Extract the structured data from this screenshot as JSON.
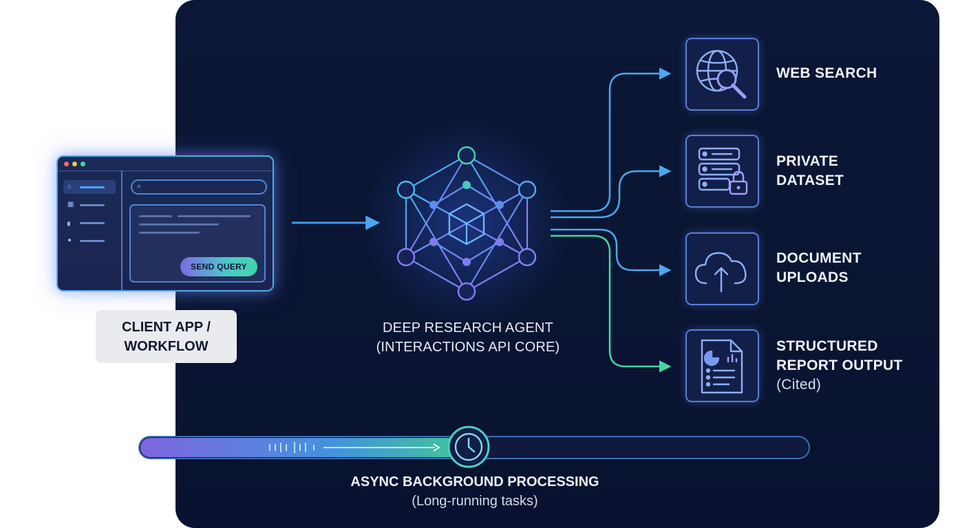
{
  "client": {
    "button_label": "SEND QUERY",
    "label_line1": "CLIENT APP /",
    "label_line2": "WORKFLOW"
  },
  "agent": {
    "label_line1": "DEEP RESEARCH AGENT",
    "label_line2": "(INTERACTIONS API CORE)"
  },
  "outputs": [
    {
      "lines": [
        "WEB SEARCH"
      ],
      "icon": "globe-search-icon"
    },
    {
      "lines": [
        "PRIVATE",
        "DATASET"
      ],
      "icon": "database-lock-icon"
    },
    {
      "lines": [
        "DOCUMENT",
        "UPLOADS"
      ],
      "icon": "cloud-upload-icon"
    },
    {
      "lines": [
        "STRUCTURED",
        "REPORT OUTPUT"
      ],
      "note": "(Cited)",
      "icon": "report-document-icon"
    }
  ],
  "async": {
    "label": "ASYNC BACKGROUND PROCESSING",
    "note": "(Long-running tasks)",
    "icon": "clock-icon"
  },
  "colors": {
    "panel": "#0a1532",
    "accent_blue": "#4aa8f0",
    "accent_green": "#45d6a0",
    "accent_purple": "#7a6ce0"
  }
}
